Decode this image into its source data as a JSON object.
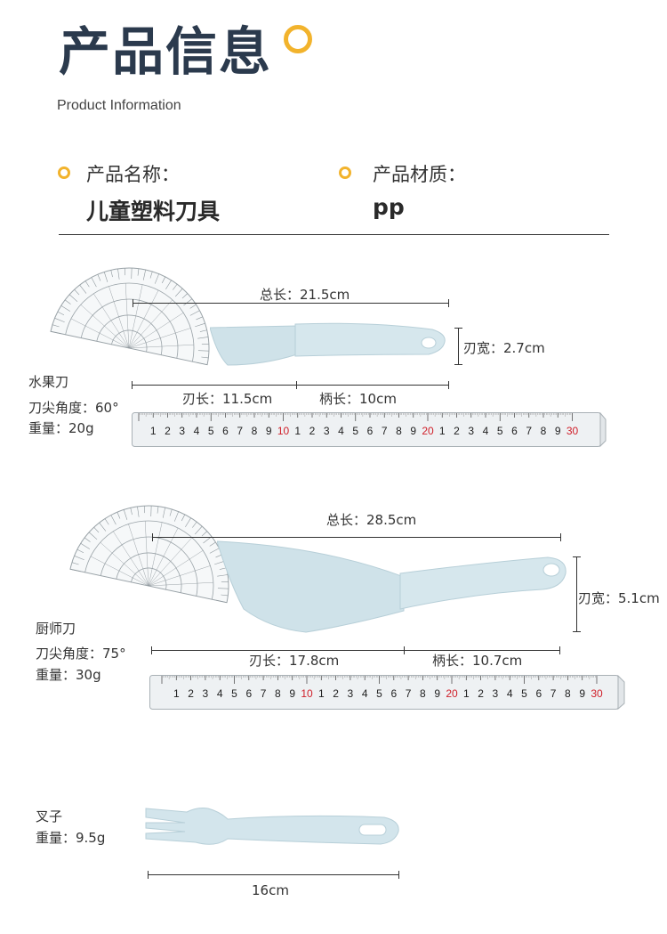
{
  "header": {
    "title": "产品信息",
    "subtitle": "Product Information"
  },
  "info": {
    "name_label": "产品名称：",
    "name_value": "儿童塑料刀具",
    "material_label": "产品材质：",
    "material_value": "pp"
  },
  "fruit_knife": {
    "name": "水果刀",
    "total_length": "总长：21.5cm",
    "blade_width": "刃宽：2.7cm",
    "blade_length": "刃长：11.5cm",
    "handle_length": "柄长：10cm",
    "tip_angle": "刀尖角度：60°",
    "weight": "重量：20g"
  },
  "chef_knife": {
    "name": "厨师刀",
    "total_length": "总长：28.5cm",
    "blade_width": "刃宽：5.1cm",
    "blade_length": "刃长：17.8cm",
    "handle_length": "柄长：10.7cm",
    "tip_angle": "刀尖角度：75°",
    "weight": "重量：30g"
  },
  "fork": {
    "name": "叉子",
    "weight": "重量：9.5g",
    "length": "16cm"
  },
  "colors": {
    "accent": "#f2b32c",
    "title": "#2b3a4d",
    "tool_plastic": "#cfe3ea",
    "ruler_red": "#d0202a"
  }
}
